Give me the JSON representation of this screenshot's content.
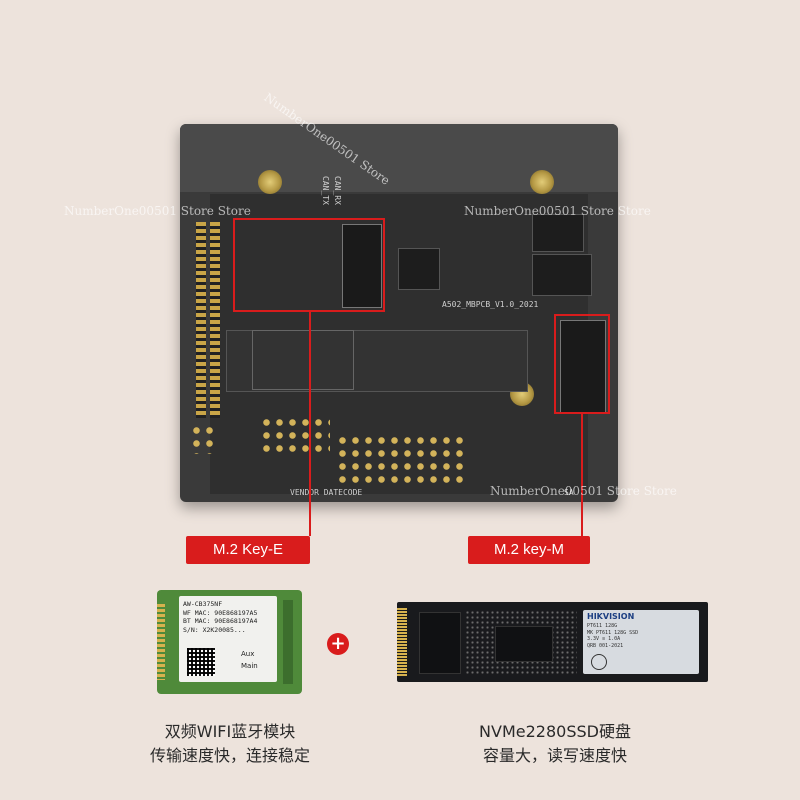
{
  "board": {
    "silk_model": "A502_MBPCB_V1.0_2021",
    "silk_vendor": "VENDOR DATECODE",
    "silk_pins_left": "CAN_RX",
    "silk_pins_left2": "CAN_TX",
    "silk_sa": "SA"
  },
  "callouts": {
    "left": "M.2 Key-E",
    "right": "M.2 key-M"
  },
  "watermarks": [
    "NumberOne00501 Store",
    "NumberOne00501 Store Store",
    "NumberOne00501 Store Store",
    "NumberOne00501 Store Store"
  ],
  "wifi_card": {
    "label_lines": [
      "AW-CB375NF",
      "WF MAC: 90E868197A5",
      "BT MAC: 90E868197A4",
      "S/N: X2K20085..."
    ],
    "antenna_aux": "Aux",
    "antenna_main": "Main"
  },
  "ssd": {
    "brand": "HIKVISION",
    "model_line": "PT611  128G",
    "fine_lines": [
      "MK PT611 128G SSD",
      "3.3V ≡ 1.0A",
      "QRB 001-2021"
    ]
  },
  "captions": {
    "left_line1": "双频WIFI蓝牙模块",
    "left_line2": "传输速度快，连接稳定",
    "right_line1": "NVMe2280SSD硬盘",
    "right_line2": "容量大，读写速度快"
  },
  "plus_symbol": "+",
  "colors": {
    "highlight": "#d91c1c",
    "background": "#ede3dc",
    "pcb": "#3a3a3a"
  }
}
